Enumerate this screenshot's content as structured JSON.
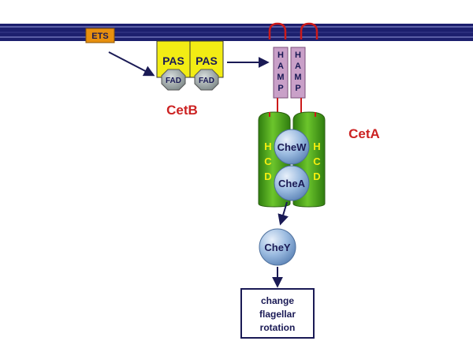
{
  "diagram": {
    "ets_label": "ETS",
    "pas_labels": [
      "PAS",
      "PAS"
    ],
    "fad_labels": [
      "FAD",
      "FAD"
    ],
    "cetb_label": "CetB",
    "hamp_letters": [
      "H",
      "A",
      "M",
      "P"
    ],
    "hcd_letters": [
      "H",
      "C",
      "D"
    ],
    "chew_label": "CheW",
    "chea_label": "CheA",
    "ceta_label": "CetA",
    "chey_label": "CheY",
    "output_lines": [
      "change",
      "flagellar",
      "rotation"
    ]
  },
  "colors": {
    "membrane": "#1c1f6e",
    "ets_fill": "#e8900e",
    "pas_fill": "#f2ec14",
    "fad_fill": "#9aa3a3",
    "hamp_fill": "#c9a0c8",
    "loop_red": "#cc1a1a",
    "hcd_green": "#46a11c",
    "hcd_text": "#f5ee10",
    "bubble_blue": "#8fb1d9",
    "label_red": "#cc2222",
    "arrow_navy": "#1a1a55"
  }
}
